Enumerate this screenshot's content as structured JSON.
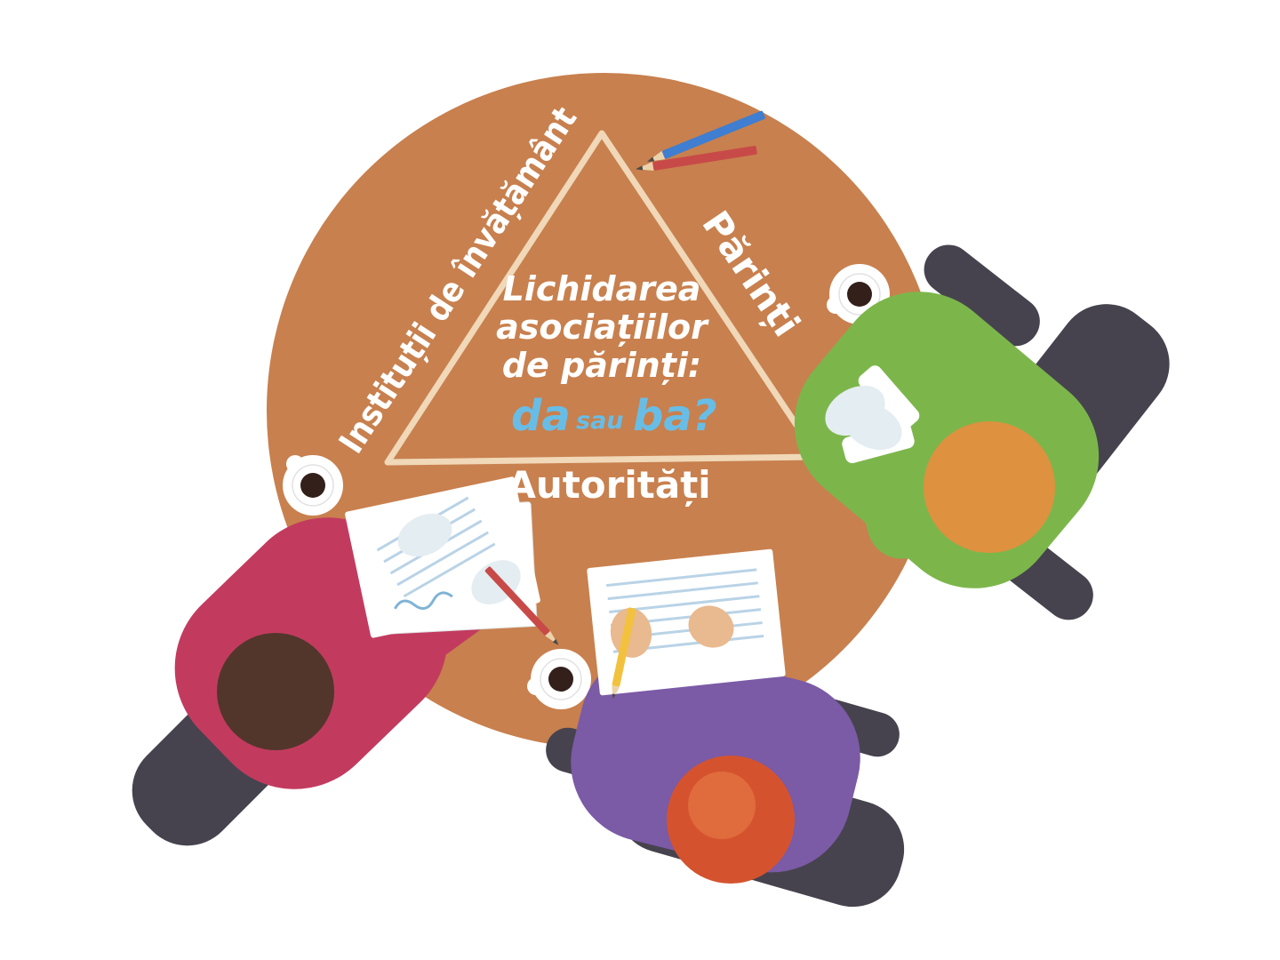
{
  "labels": {
    "left": "Instituții de învățământ",
    "right": "Părinți",
    "bottom": "Autorități"
  },
  "title": {
    "line1": "Lichidarea",
    "line2": "asociațiilor",
    "line3": "de părinți:"
  },
  "question": {
    "da": "da",
    "sau": "sau",
    "ba": "ba?"
  },
  "colors": {
    "background": "#ffffff",
    "table": "#c8804e",
    "triangle": "#f0d8b8",
    "label_text": "#ffffff",
    "title_text": "#ffffff",
    "question_text": "#68bde6",
    "chair": "#46434e",
    "shirt_red": "#c23b5f",
    "shirt_purple": "#7b5aa6",
    "shirt_green": "#7cb64b",
    "head_brown": "#53362b",
    "head_red_orange": "#d4532e",
    "head_highlight": "#e06b3d",
    "head_orange": "#de913f",
    "skin_light": "#e4edf1",
    "skin_tan": "#e9b98f",
    "paper": "#ffffff",
    "paper_lines": "#b9d3e6",
    "paper_scribble": "#7fb3d6",
    "pencil_blue": "#3f7ed0",
    "pencil_red": "#c84a48",
    "pencil_yellow": "#f2c23e",
    "pencil_wood": "#ecd2aa",
    "pencil_lead": "#4a4a4a",
    "coffee": "#33201a"
  }
}
